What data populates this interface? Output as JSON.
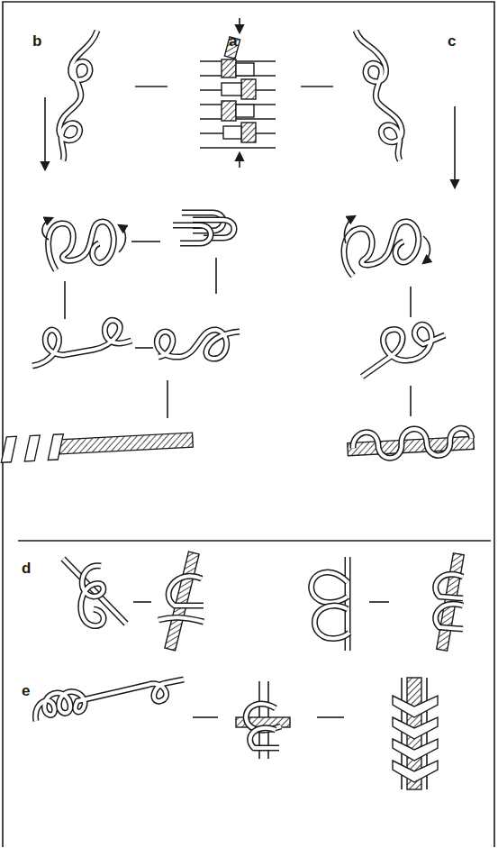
{
  "diagram": {
    "labels": [
      "b",
      "a",
      "c",
      "d",
      "e"
    ]
  }
}
